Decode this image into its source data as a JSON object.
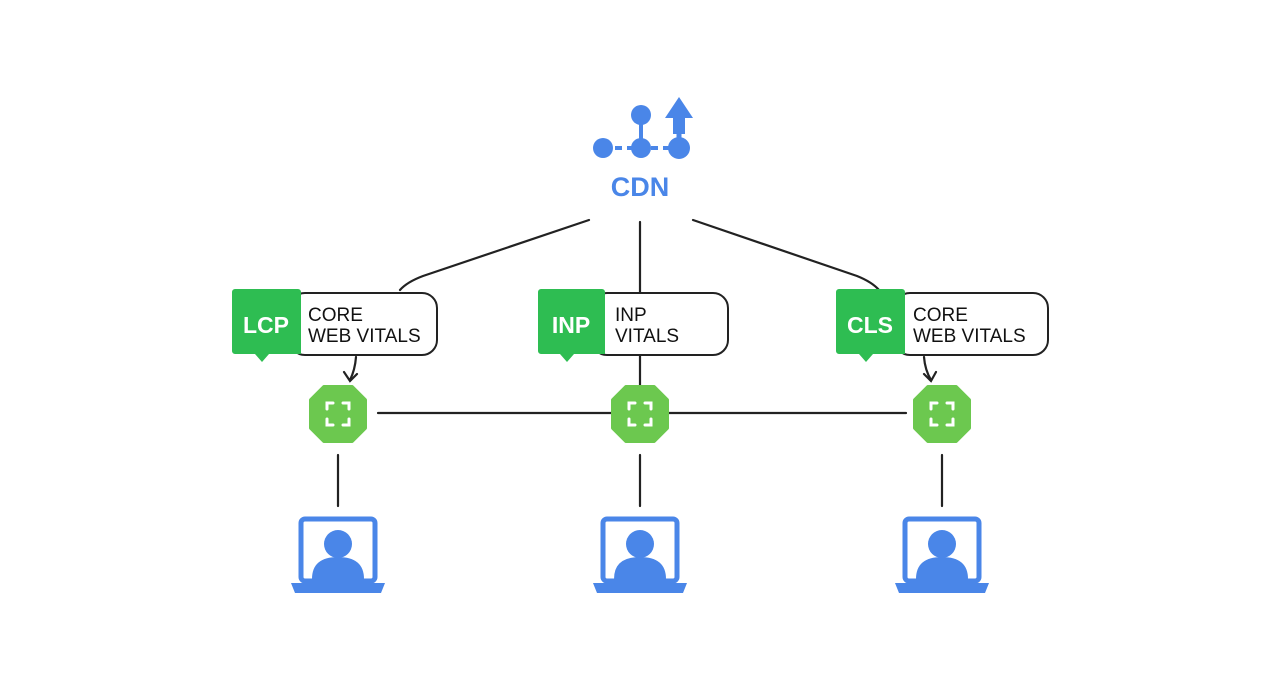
{
  "root": {
    "label": "CDN",
    "icon": "network-nodes-upload-icon"
  },
  "metrics": [
    {
      "badge": "LCP",
      "line1": "CORE",
      "line2": "WEB VITALS"
    },
    {
      "badge": "INP",
      "line1": "INP",
      "line2": "VITALS"
    },
    {
      "badge": "CLS",
      "line1": "CORE",
      "line2": "WEB VITALS"
    }
  ],
  "icons": {
    "edge_node": "edge-node-icon",
    "user": "user-laptop-icon"
  },
  "colors": {
    "blue": "#4a86e8",
    "green": "#2ebd52",
    "green_node": "#6cc84f",
    "line": "#222222"
  }
}
